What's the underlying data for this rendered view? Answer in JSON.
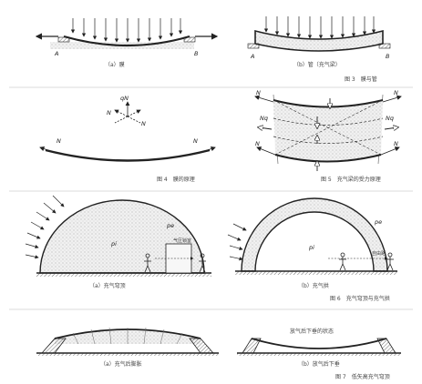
{
  "captions": {
    "fig3_a": "（a）膜",
    "fig3_b": "（b）管（充气梁）",
    "fig3_title": "图 3　膜与管",
    "fig4_title": "图 4　膜的原理",
    "fig5_title": "图 5　充气梁的受力原理",
    "fig6_a": "（a）充气穹顶",
    "fig6_b": "（b）充气拱",
    "fig6_title": "图 6　充气穹顶与充气拱",
    "fig7_a": "（a）充气后膨胀",
    "fig7_b": "（b）放气后下垂",
    "fig7_title": "图 7　低矢高充气穹顶"
  },
  "labels": {
    "A": "A",
    "B": "B",
    "N": "N",
    "Nq": "Nq",
    "qN": "qN",
    "pe": "pe",
    "pi": "pi",
    "airlock": "气压锁室",
    "freeway": "自由路",
    "sag_state": "放气后下垂的状态"
  }
}
